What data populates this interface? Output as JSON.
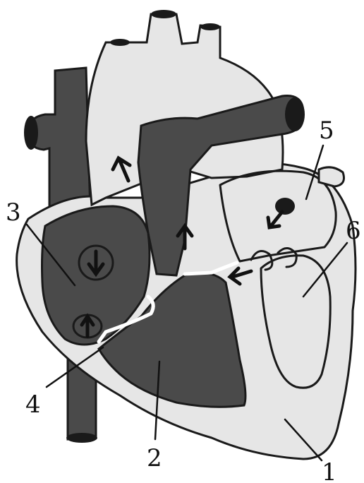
{
  "figure": {
    "labels": [
      {
        "id": "1",
        "text": "1"
      },
      {
        "id": "2",
        "text": "2"
      },
      {
        "id": "3",
        "text": "3"
      },
      {
        "id": "4",
        "text": "4"
      },
      {
        "id": "5",
        "text": "5"
      },
      {
        "id": "6",
        "text": "6"
      }
    ]
  },
  "colors": {
    "dark_blood": "#4a4a4a",
    "light_blood": "#e6e6e6",
    "outline": "#1a1a1a",
    "background": "#ffffff"
  }
}
